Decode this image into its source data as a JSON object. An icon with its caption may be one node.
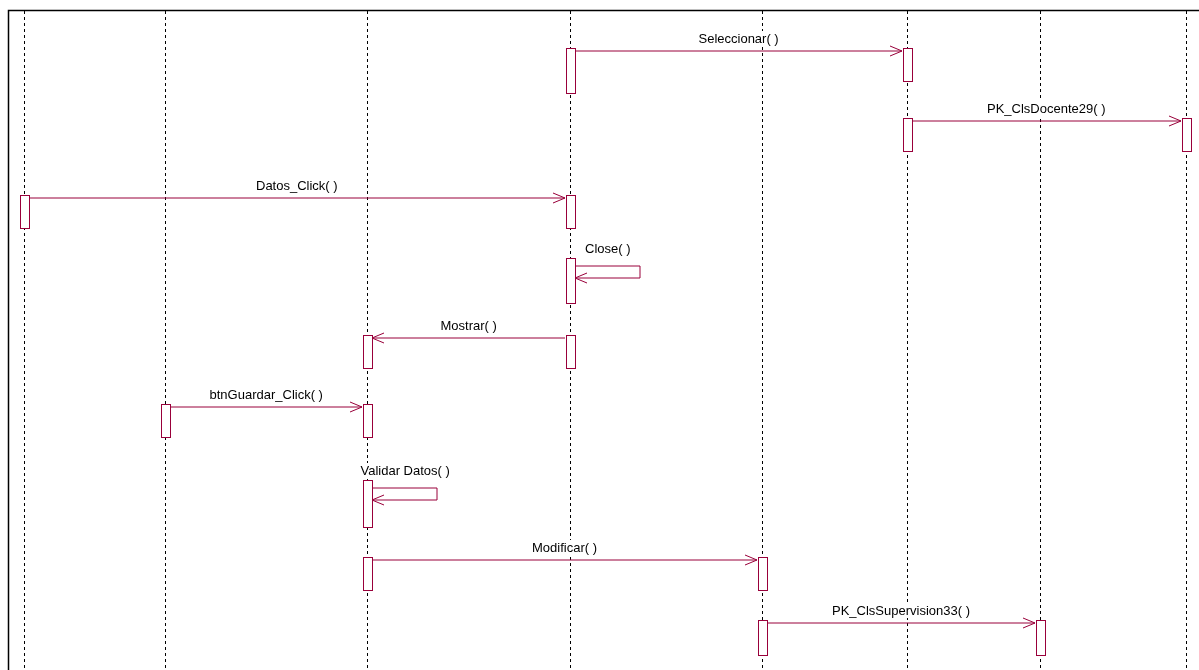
{
  "diagram": {
    "nodes": [
      {
        "text": [],
        "shape": "bar"
      },
      {
        "text": [],
        "shape": "bar"
      },
      {
        "text": [],
        "shape": "bar"
      },
      {
        "text": [],
        "shape": "bar"
      },
      {
        "text": [],
        "shape": "bar"
      },
      {
        "text": [],
        "shape": "bar"
      },
      {
        "text": [],
        "shape": "bar"
      },
      {
        "text": [],
        "shape": "bar"
      },
      {
        "text": [],
        "shape": "bar"
      },
      {
        "text": [],
        "shape": "bar"
      },
      {
        "text": [],
        "shape": "bar"
      },
      {
        "text": [],
        "shape": "bar"
      },
      {
        "text": [],
        "shape": "bar"
      },
      {
        "text": [],
        "shape": "bar"
      },
      {
        "text": [],
        "shape": "bar"
      },
      {
        "text": [],
        "shape": "bar"
      }
    ],
    "edges": [
      {
        "from": 0,
        "to": 1,
        "arrow": "to",
        "label": "Seleccionar( )"
      },
      {
        "from": 2,
        "to": 3,
        "arrow": "to",
        "label": "PK_ClsDocente29( )"
      },
      {
        "from": 4,
        "to": 5,
        "arrow": "to",
        "label": "Datos_Click( )"
      },
      {
        "from": 6,
        "to": 6,
        "arrow": "to",
        "label": "Close( )"
      },
      {
        "from": 8,
        "to": 7,
        "arrow": "to",
        "label": "Mostrar( )"
      },
      {
        "from": 9,
        "to": 10,
        "arrow": "to",
        "label": "btnGuardar_Click( )"
      },
      {
        "from": 11,
        "to": 11,
        "arrow": "to",
        "label": "Validar Datos( )"
      },
      {
        "from": 12,
        "to": 13,
        "arrow": "to",
        "label": "Modificar( )"
      },
      {
        "from": 14,
        "to": 15,
        "arrow": "to",
        "label": "PK_ClsSupervision33( )"
      }
    ]
  }
}
